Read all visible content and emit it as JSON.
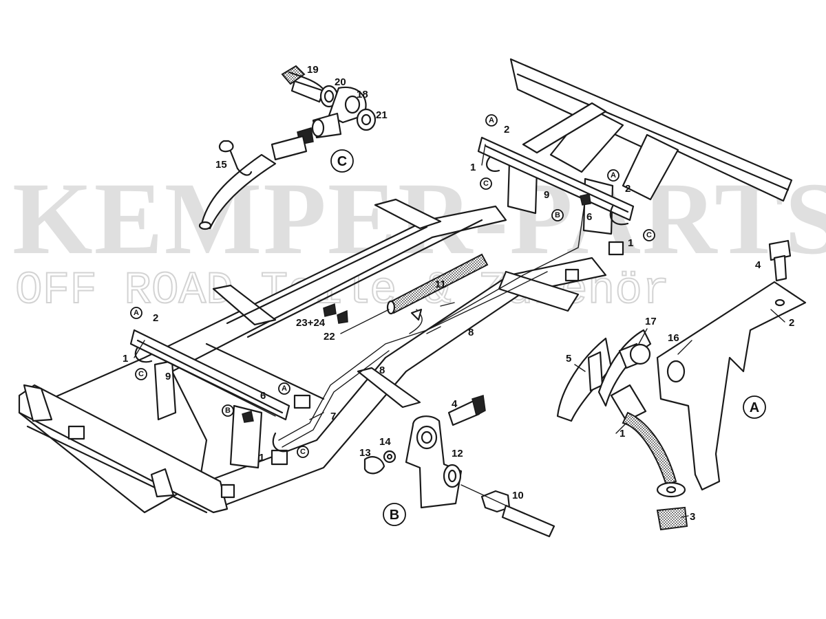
{
  "watermark": {
    "line1": "KEMPER-PARTS",
    "line2": "OFF ROAD Teile & Zubehör"
  },
  "detail_labels": {
    "C": "C",
    "B": "B",
    "A": "A"
  },
  "callouts": {
    "n19": "19",
    "n20": "20",
    "n18": "18",
    "n21": "21",
    "n15": "15",
    "n11": "11",
    "n22": "22",
    "n23_24": "23+24",
    "n8a": "8",
    "n8b": "8",
    "n7": "7",
    "n9a": "9",
    "n9b": "9",
    "n6a": "6",
    "n6b": "6",
    "n2a": "2",
    "n2b": "2",
    "n2c": "2",
    "n2d": "2",
    "n1a": "1",
    "n1b": "1",
    "n1c": "1",
    "n1d": "1",
    "n1e": "1",
    "n4a": "4",
    "n4b": "4",
    "n12": "12",
    "n13": "13",
    "n14": "14",
    "n10": "10",
    "n3": "3",
    "n5": "5",
    "n16": "16",
    "n17": "17"
  },
  "markers": {
    "A": "A",
    "B": "B",
    "C": "C"
  }
}
